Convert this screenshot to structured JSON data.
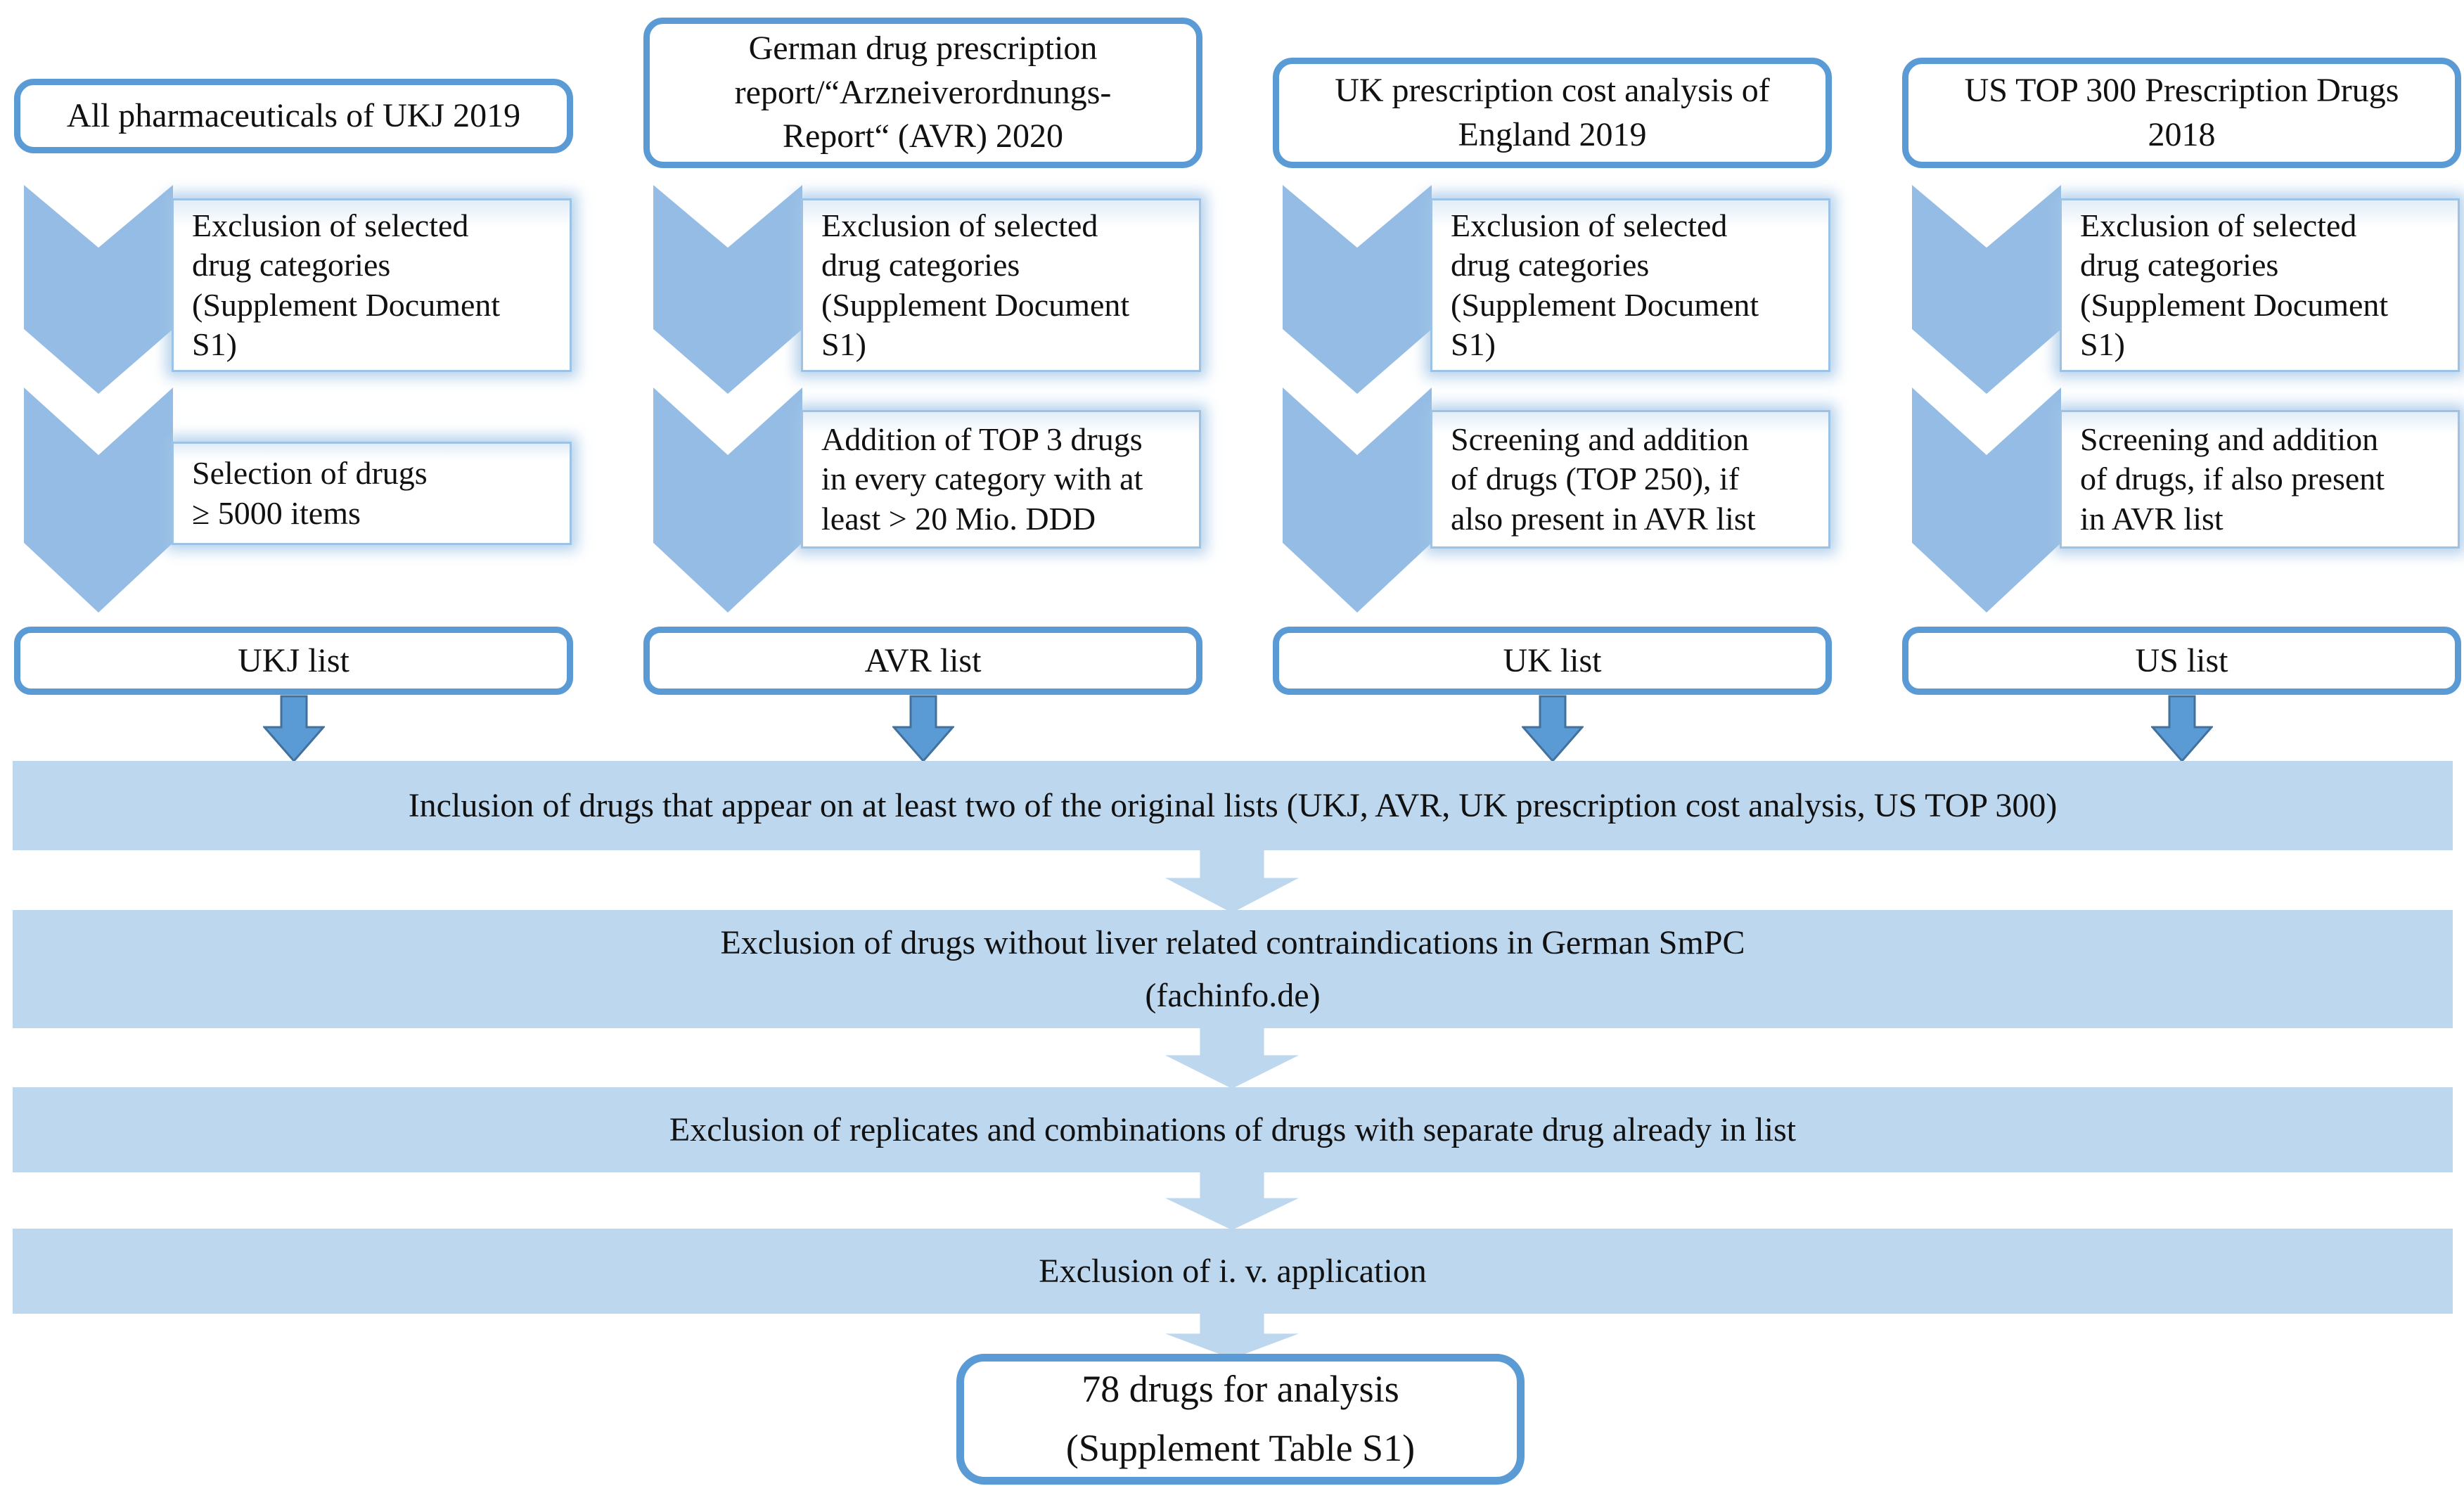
{
  "colors": {
    "box_border": "#5b9bd5",
    "chevron": "#95bce4",
    "band_fill": "#bdd7ee",
    "dark_arrow_fill": "#5b9bd5",
    "dark_arrow_border": "#41719c",
    "step_box_border": "#9cc2e5",
    "text": "#111111"
  },
  "columns": [
    {
      "header": "All pharmaceuticals of UKJ 2019",
      "step1": "Exclusion of selected\ndrug categories\n(Supplement Document\nS1)",
      "step2": "Selection of drugs\n≥ 5000 items",
      "list": "UKJ list"
    },
    {
      "header": "German drug prescription\nreport/“Arzneiverordnungs-\nReport“ (AVR) 2020",
      "step1": "Exclusion of selected\ndrug categories\n(Supplement Document\nS1)",
      "step2": "Addition of TOP 3 drugs\nin every category with at\nleast > 20 Mio. DDD",
      "list": "AVR list"
    },
    {
      "header": "UK prescription cost analysis of\nEngland 2019",
      "step1": "Exclusion of selected\ndrug categories\n(Supplement Document\nS1)",
      "step2": "Screening and addition\nof drugs (TOP 250), if\nalso present in AVR list",
      "list": "UK list"
    },
    {
      "header": "US TOP 300 Prescription Drugs\n2018",
      "step1": "Exclusion of selected\ndrug categories\n(Supplement Document\nS1)",
      "step2": "Screening and addition\nof drugs, if also present\nin AVR list",
      "list": "US list"
    }
  ],
  "bands": [
    {
      "line1": "Inclusion of drugs that appear on at least two of the original lists (UKJ, AVR, UK prescription cost analysis, US TOP 300)"
    },
    {
      "line1": "Exclusion of drugs without liver related contraindications in German SmPC",
      "line2": "(fachinfo.de)"
    },
    {
      "line1": "Exclusion of replicates and combinations of drugs with separate drug already in list"
    },
    {
      "line1": "Exclusion of i. v. application"
    }
  ],
  "final_box": {
    "line1": "78 drugs for analysis",
    "line2": "(Supplement Table S1)"
  }
}
